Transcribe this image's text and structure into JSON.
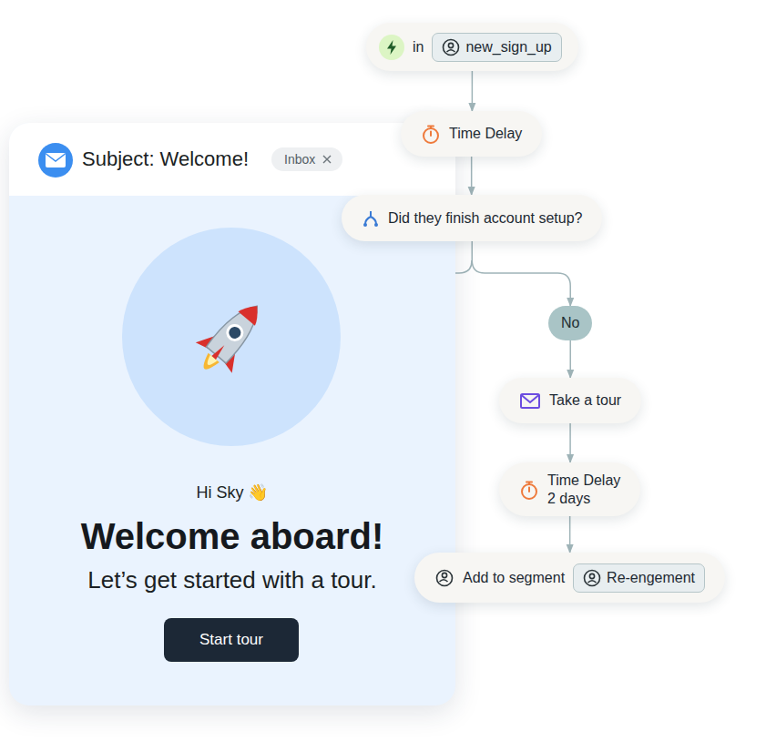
{
  "diagram": {
    "nodes": [
      {
        "text": [
          "Subject: Welcome!",
          "Hi Sky 👋",
          "Welcome aboard!",
          "Let’s get started with a tour."
        ]
      },
      {
        "text": [
          "Inbox"
        ],
        "in": 0
      },
      {
        "text": [
          "Start tour"
        ],
        "in": 0
      },
      {
        "text": [
          "in"
        ]
      },
      {
        "text": [
          "new_sign_up"
        ],
        "in": 3
      },
      {
        "text": [
          "Time Delay"
        ]
      },
      {
        "text": [
          "Did they finish account setup?"
        ]
      },
      {
        "text": [
          "No"
        ]
      },
      {
        "text": [
          "Take a tour"
        ]
      },
      {
        "text": [
          "Time Delay",
          "2 days"
        ]
      },
      {
        "text": [
          "Add to segment"
        ]
      },
      {
        "text": [
          "Re-engement"
        ],
        "in": 10
      }
    ],
    "edges": [
      {
        "from": 3,
        "to": 5,
        "arrow": "to"
      },
      {
        "from": 5,
        "to": 6,
        "arrow": "to"
      },
      {
        "from": 6,
        "to": 7,
        "arrow": "to"
      },
      {
        "from": 7,
        "to": 8,
        "arrow": "to"
      },
      {
        "from": 8,
        "to": 9,
        "arrow": "to"
      },
      {
        "from": 9,
        "to": 10,
        "arrow": "to"
      }
    ]
  }
}
